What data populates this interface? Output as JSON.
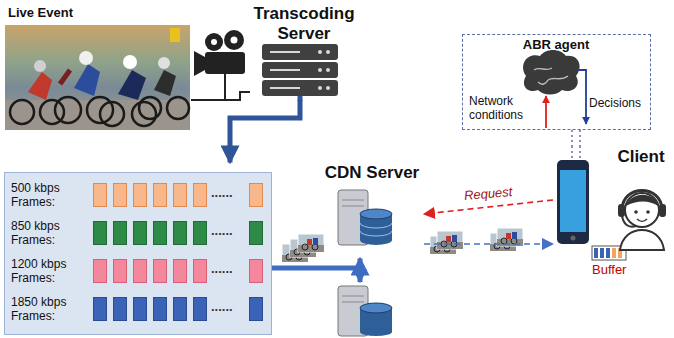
{
  "diagram": {
    "nodes": [
      {
        "text": [
          "Live Event"
        ]
      },
      {
        "text": [
          "Transcoding Server"
        ]
      },
      {
        "text": [
          "500 kbps Frames:",
          "850 kbps Frames:",
          "1200 kbps Frames:",
          "1850 kbps Frames:"
        ]
      },
      {
        "text": [
          "CDN Server"
        ]
      },
      {
        "text": [
          "ABR agent",
          "Network conditions",
          "Decisions"
        ]
      },
      {
        "text": [
          "Client"
        ]
      }
    ],
    "edges": [
      {
        "from": 0,
        "to": 1,
        "arrow": "none"
      },
      {
        "from": 1,
        "to": 2,
        "arrow": "to"
      },
      {
        "from": 2,
        "to": 3,
        "arrow": "to"
      },
      {
        "from": 5,
        "to": 3,
        "label": "Request",
        "arrow": "to"
      },
      {
        "from": 3,
        "to": 5,
        "arrow": "to"
      },
      {
        "from": 4,
        "to": 5,
        "arrow": "none"
      }
    ],
    "labels": [
      "......",
      "......",
      "......",
      "......",
      "Buffer"
    ]
  }
}
